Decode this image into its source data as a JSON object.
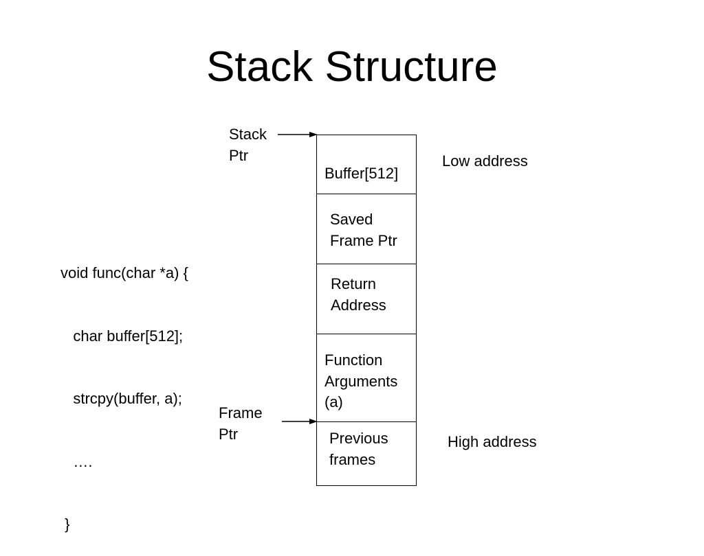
{
  "title": "Stack Structure",
  "code": {
    "lines": [
      "void func(char *a) {",
      "   char buffer[512];",
      "   strcpy(buffer, a);",
      "   ….",
      " }"
    ]
  },
  "pointers": {
    "stack_ptr": "Stack\nPtr",
    "frame_ptr": "Frame\nPtr"
  },
  "addresses": {
    "low": "Low address",
    "high": "High address"
  },
  "stack_cells": [
    {
      "label": "Buffer[512]"
    },
    {
      "label": "Saved\nFrame Ptr"
    },
    {
      "label": "Return\nAddress"
    },
    {
      "label": "Function\nArguments\n(a)"
    },
    {
      "label": "Previous\nframes"
    }
  ]
}
